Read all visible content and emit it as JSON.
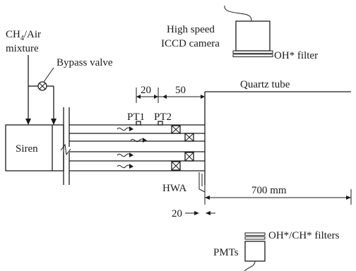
{
  "labels": {
    "mixture_line1": "CH",
    "mixture_sub": "4",
    "mixture_line1_rest": "/Air",
    "mixture_line2": "mixture",
    "bypass_valve": "Bypass valve",
    "camera_line1": "High speed",
    "camera_line2": "ICCD camera",
    "oh_filter": "OH* filter",
    "quartz_tube": "Quartz tube",
    "pt1": "PT1",
    "pt2": "PT2",
    "siren": "Siren",
    "hwa": "HWA",
    "pmts": "PMTs",
    "oh_ch_filters": "OH*/CH* filters"
  },
  "dimensions": {
    "pt_spacing": "20",
    "pt2_to_dump": "50",
    "tube_length": "700 mm",
    "hwa_offset": "20"
  }
}
